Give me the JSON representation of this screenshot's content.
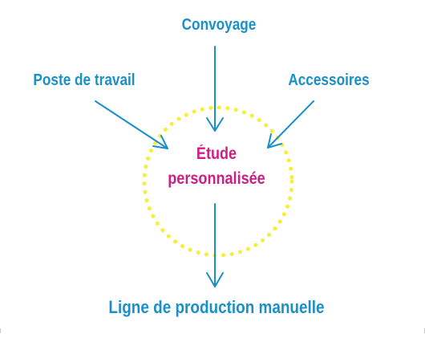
{
  "nodes": {
    "top": "Convoyage",
    "left": "Poste de travail",
    "right": "Accessoires",
    "center_line1": "Étude",
    "center_line2": "personnalisée",
    "bottom": "Ligne de production manuelle"
  },
  "colors": {
    "label": "#1a8fc8",
    "center_label": "#cc1f86",
    "arrow": "#1a8fc8",
    "circle": "#f7ee3a"
  }
}
